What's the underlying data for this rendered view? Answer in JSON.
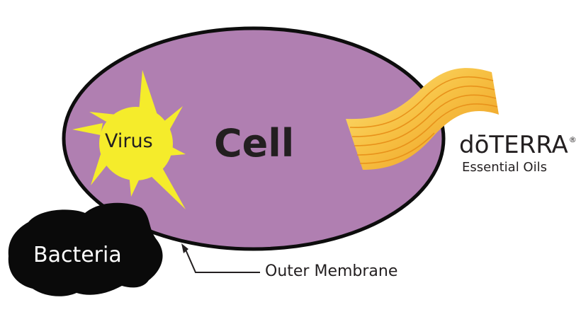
{
  "diagram": {
    "cell_label": "Cell",
    "virus_label": "Virus",
    "bacteria_label": "Bacteria",
    "membrane_label": "Outer Membrane",
    "brand": {
      "name": "dōTERRA",
      "registered_mark": "®",
      "subtitle": "Essential Oils"
    }
  },
  "colors": {
    "cell_fill": "#b07fb1",
    "cell_outline": "#0d0d0d",
    "virus": "#f5ec2b",
    "bacteria": "#0a0a0a",
    "ribbon_light": "#fcd659",
    "ribbon_mid": "#f6b334",
    "ribbon_dark": "#ea961a",
    "text": "#231f20"
  }
}
